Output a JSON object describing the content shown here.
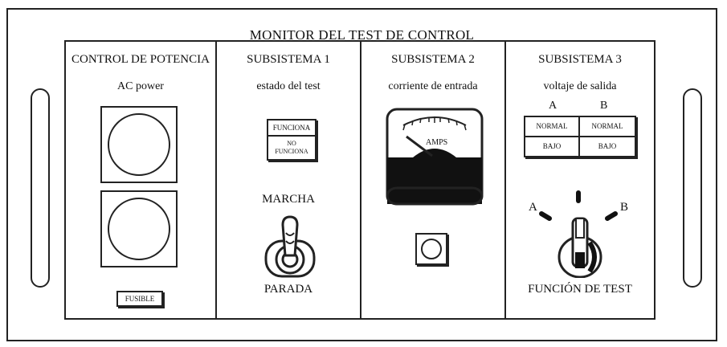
{
  "title": "MONITOR DEL TEST DE CONTROL",
  "panels": {
    "power": {
      "title": "CONTROL DE POTENCIA",
      "subtitle": "AC power",
      "fuse_label": "FUSIBLE"
    },
    "subsystem1": {
      "title": "SUBSISTEMA 1",
      "subtitle": "estado del test",
      "status_ok": "FUNCIONA",
      "status_not_ok_line1": "NO",
      "status_not_ok_line2": "FUNCIONA",
      "switch_on": "MARCHA",
      "switch_off": "PARADA"
    },
    "subsystem2": {
      "title": "SUBSISTEMA 2",
      "subtitle": "corriente de entrada",
      "meter_unit": "AMPS"
    },
    "subsystem3": {
      "title": "SUBSISTEMA 3",
      "subtitle": "voltaje de salida",
      "col_a": "A",
      "col_b": "B",
      "normal_a": "NORMAL",
      "normal_b": "NORMAL",
      "low_a": "BAJO",
      "low_b": "BAJO",
      "dial_a": "A",
      "dial_b": "B",
      "function_label": "FUNCIÓN DE TEST"
    }
  },
  "icons": {
    "meter": "analog-ammeter-icon",
    "toggle": "toggle-switch-icon",
    "dial": "rotary-selector-icon"
  }
}
